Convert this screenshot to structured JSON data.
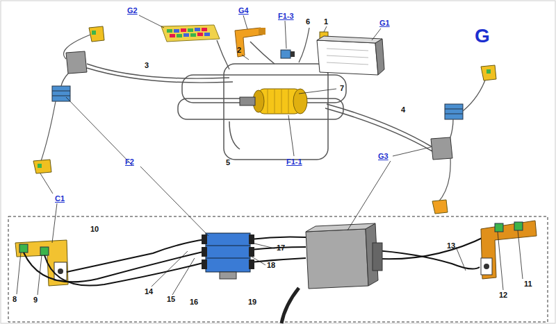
{
  "diagram": {
    "labels": [
      "G2",
      "G4",
      "F1-3",
      "6",
      "1",
      "G1",
      "G",
      "2",
      "3",
      "7",
      "4",
      "F2",
      "5",
      "F1-1",
      "G3",
      "C1",
      "10",
      "17",
      "13",
      "11",
      "12",
      "8",
      "9",
      "14",
      "15",
      "16",
      "18",
      "19"
    ]
  }
}
